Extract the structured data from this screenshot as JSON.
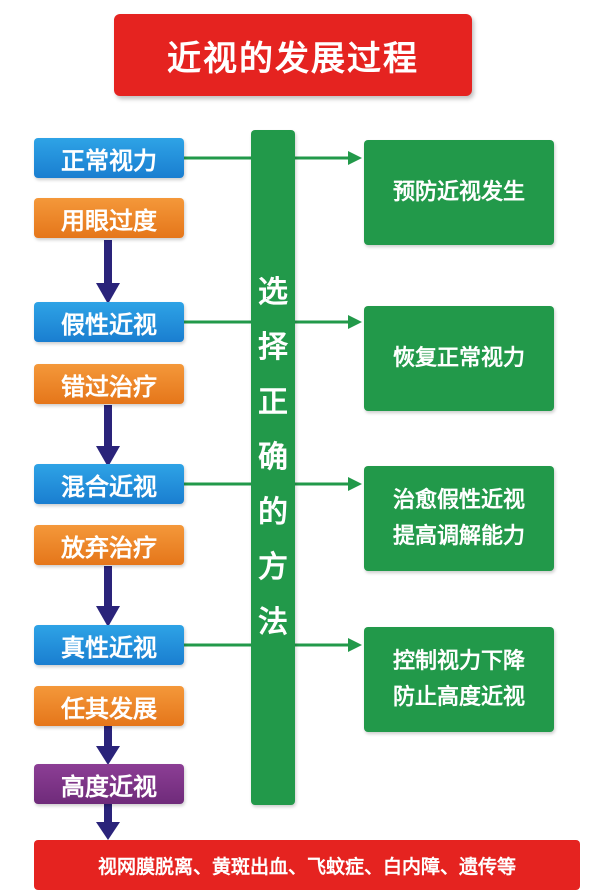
{
  "title": "近视的发展过程",
  "stages": {
    "normal": "正常视力",
    "overuse": "用眼过度",
    "pseudo": "假性近视",
    "missed": "错过治疗",
    "mixed": "混合近视",
    "abandon": "放弃治疗",
    "true": "真性近视",
    "letgo": "任其发展",
    "high": "高度近视"
  },
  "method": [
    "选",
    "择",
    "正",
    "确",
    "的",
    "方",
    "法"
  ],
  "outcomes": {
    "o1": [
      "预防近视发生"
    ],
    "o2": [
      "恢复正常视力"
    ],
    "o3": [
      "治愈假性近视",
      "提高调解能力"
    ],
    "o4": [
      "控制视力下降",
      "防止高度近视"
    ]
  },
  "complications": "视网膜脱离、黄斑出血、飞蚊症、白内障、遗传等",
  "colors": {
    "red": "#e52320",
    "blue": "#1a7ed0",
    "orange": "#e5761a",
    "purple": "#6f2b7a",
    "green": "#22994a",
    "navy_arrow": "#2a237a"
  }
}
